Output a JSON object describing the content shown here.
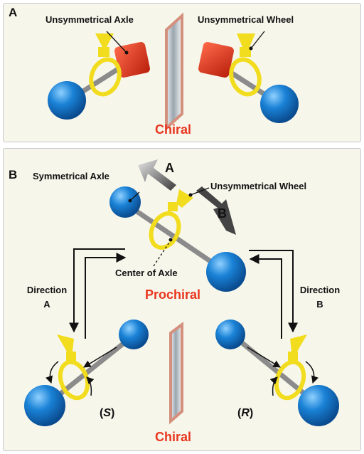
{
  "panel_a": {
    "letter": "A",
    "label_left": "Unsymmetrical Axle",
    "label_right": "Unsymmetrical Wheel",
    "chiral": "Chiral"
  },
  "panel_b": {
    "letter": "B",
    "symmetrical_axle": "Symmetrical Axle",
    "unsymmetrical_wheel": "Unsymmetrical Wheel",
    "arrow_a": "A",
    "arrow_b": "B",
    "center_of_axle": "Center of Axle",
    "prochiral": "Prochiral",
    "direction_left": [
      "Direction",
      "A"
    ],
    "direction_right": [
      "Direction",
      "B"
    ],
    "stereo_s": "S",
    "stereo_r": "R",
    "chiral": "Chiral"
  },
  "colors": {
    "sphere": "#1a82d6",
    "wheel": "#f2dc1e",
    "cube": "#e3321a",
    "label_red": "#e8361e",
    "mirror_frame": "#d4907d",
    "background": "#f7f6eb"
  }
}
